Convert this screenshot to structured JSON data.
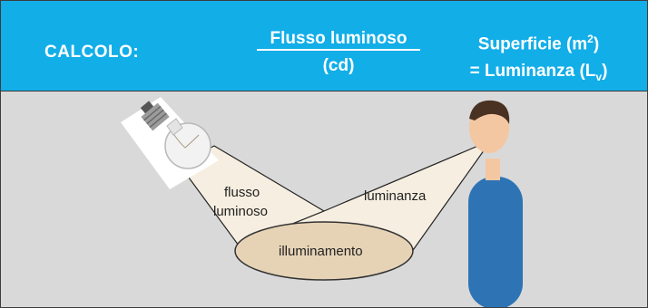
{
  "colors": {
    "header_bg": "#12aee8",
    "scene_bg": "#d9d9d9",
    "beam": "#f6eee0",
    "ellipse_fill": "#e6d3b6",
    "shirt": "#2e74b5",
    "skin": "#f4c7a3",
    "hair": "#4a3222"
  },
  "header": {
    "calc_label": "CALCOLO:",
    "numerator": "Flusso luminoso",
    "denominator": "(cd)",
    "result_line1_prefix": "Superficie (m",
    "result_line1_sup": "2",
    "result_line1_suffix": ")",
    "result_line2_prefix": "= Luminanza (L",
    "result_line2_sub": "v",
    "result_line2_suffix": ")"
  },
  "diagram": {
    "label_flux_line1": "flusso",
    "label_flux_line2": "luminoso",
    "label_luminance": "luminanza",
    "label_illuminance": "illuminamento",
    "icons": [
      "light-bulb-icon",
      "person-icon"
    ]
  }
}
